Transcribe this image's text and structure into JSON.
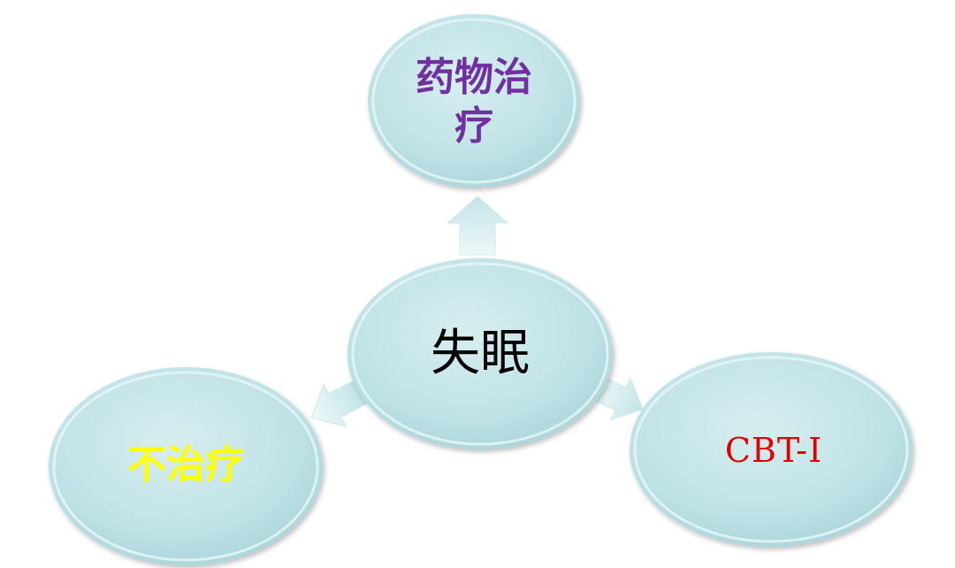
{
  "diagram": {
    "center": {
      "label": "失眠",
      "color": "#000000"
    },
    "branches": [
      {
        "id": "top",
        "line1": "药物治",
        "line2": "疗",
        "color": "#7030a0"
      },
      {
        "id": "left",
        "label": "不治疗",
        "color": "#ffff00"
      },
      {
        "id": "right",
        "label": "CBT-I",
        "color": "#e00000"
      }
    ],
    "node_fill": "#bfe3e6",
    "node_fill_dark": "#a6d6db",
    "arrow_fill": "#d5ecef"
  }
}
